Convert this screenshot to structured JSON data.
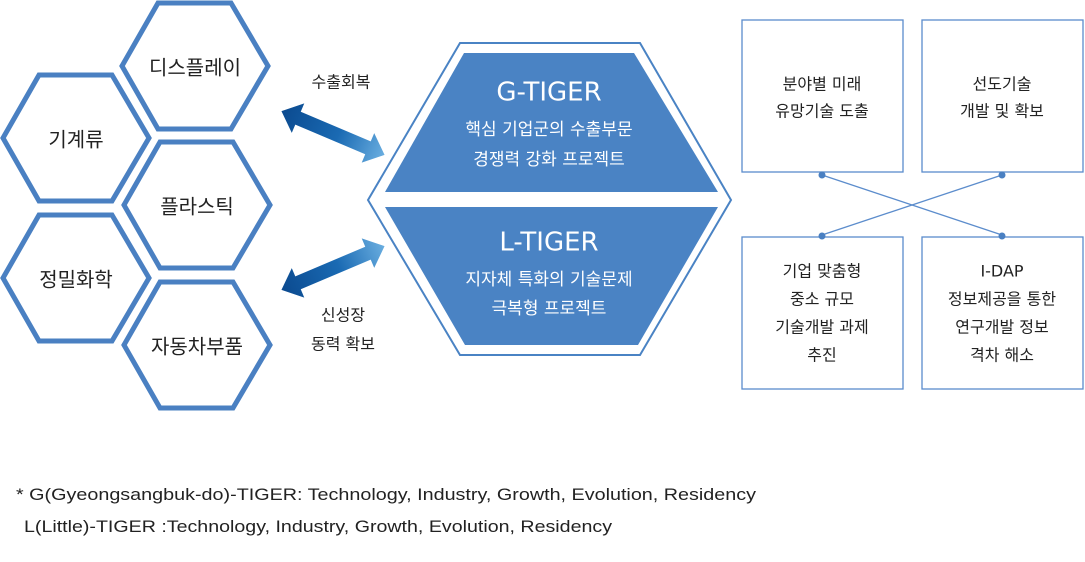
{
  "colors": {
    "hex_stroke": "#4a80c2",
    "center_fill": "#4a83c4",
    "arrow_dark": "#0b4a8f",
    "arrow_light": "#5fa8de",
    "box_stroke": "#5b8ccc"
  },
  "industries": [
    "디스플레이",
    "기계류",
    "플라스틱",
    "정밀화학",
    "자동차부품"
  ],
  "arrow_labels": {
    "top": "수출회복",
    "bottom_line1": "신성장",
    "bottom_line2": "동력 확보"
  },
  "center": {
    "g_title": "G-TIGER",
    "g_line1": "핵심 기업군의 수출부문",
    "g_line2": "경쟁력 강화 프로젝트",
    "l_title": "L-TIGER",
    "l_line1": "지자체 특화의 기술문제",
    "l_line2": "극복형 프로젝트"
  },
  "boxes": {
    "top_left": [
      "분야별 미래",
      "유망기술 도출"
    ],
    "top_right": [
      "선도기술",
      "개발 및 확보"
    ],
    "bottom_left": [
      "기업 맞춤형",
      "중소 규모",
      "기술개발 과제",
      "추진"
    ],
    "bottom_right": [
      "I-DAP",
      "정보제공을 통한",
      "연구개발 정보",
      "격차 해소"
    ]
  },
  "footnote": {
    "line1": "* G(Gyeongsangbuk-do)-TIGER: Technology, Industry, Growth, Evolution, Residency",
    "line2": "L(Little)-TIGER :Technology, Industry, Growth, Evolution, Residency"
  }
}
